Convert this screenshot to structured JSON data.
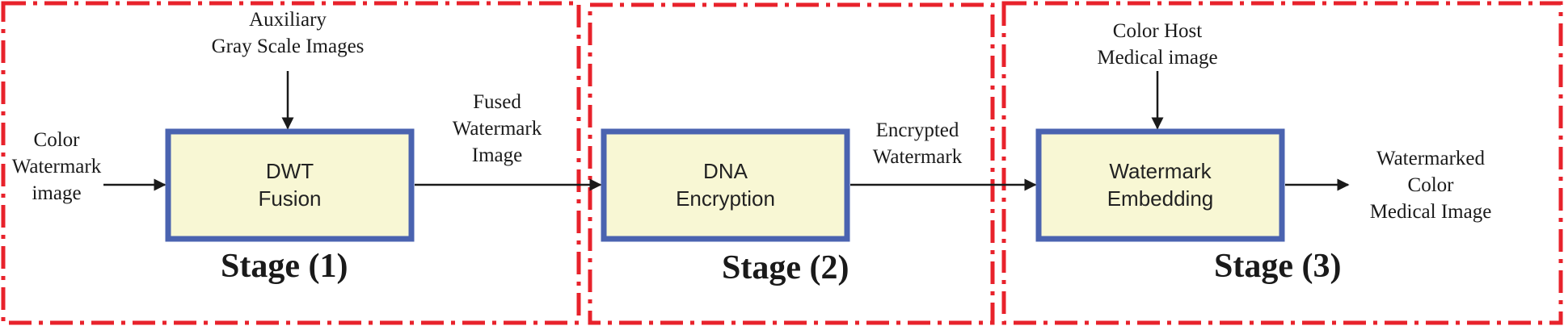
{
  "colors": {
    "stage_border": "#e8222b",
    "box_border": "#4a63b0",
    "box_fill": "#f8f7d4",
    "arrow": "#1a1a1a"
  },
  "stages": [
    {
      "label": "Stage (1)"
    },
    {
      "label": "Stage (2)"
    },
    {
      "label": "Stage (3)"
    }
  ],
  "boxes": {
    "dwt_fusion": {
      "line1": "DWT",
      "line2": "Fusion"
    },
    "dna_encryption": {
      "line1": "DNA",
      "line2": "Encryption"
    },
    "watermark_embedding": {
      "line1": "Watermark",
      "line2": "Embedding"
    }
  },
  "inputs": {
    "color_watermark": {
      "line1": "Color",
      "line2": "Watermark",
      "line3": "image"
    },
    "auxiliary": {
      "line1": "Auxiliary",
      "line2": "Gray Scale Images"
    },
    "color_host": {
      "line1": "Color Host",
      "line2": "Medical image"
    }
  },
  "flows": {
    "fused_watermark": {
      "line1": "Fused",
      "line2": "Watermark",
      "line3": "Image"
    },
    "encrypted_watermark": {
      "line1": "Encrypted",
      "line2": "Watermark"
    }
  },
  "output": {
    "line1": "Watermarked",
    "line2": "Color",
    "line3": "Medical Image"
  }
}
